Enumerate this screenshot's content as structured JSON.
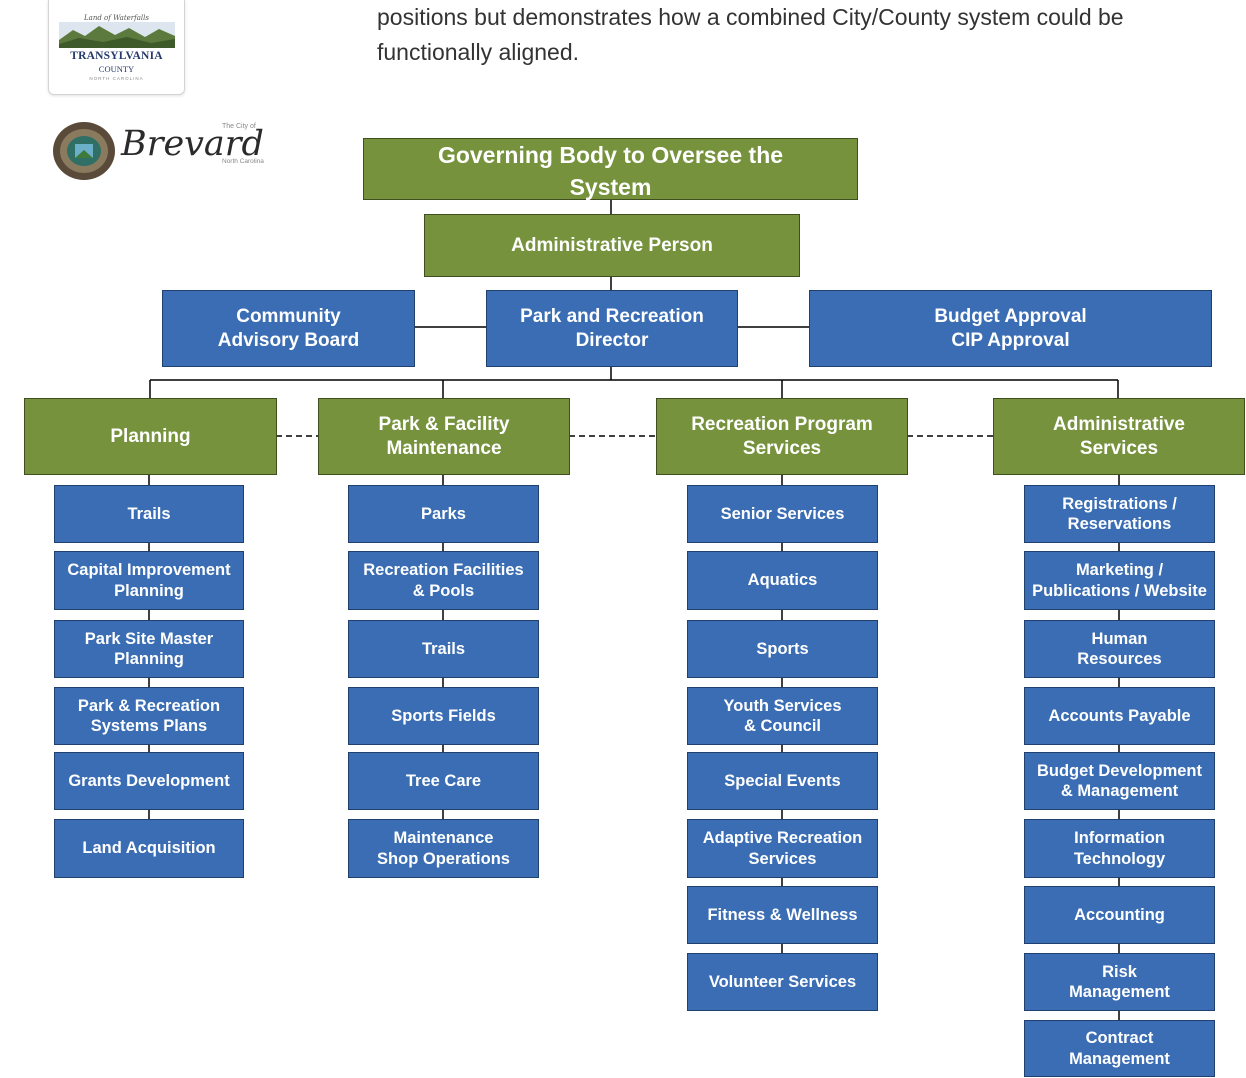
{
  "intro": {
    "line1": "positions but demonstrates how a combined City/County system could be",
    "line2": "functionally aligned."
  },
  "logos": {
    "county": {
      "script": "Land of Waterfalls",
      "name": "TRANSYLVANIA",
      "county": "COUNTY",
      "state": "NORTH CAROLINA"
    },
    "city": {
      "small": "The City of",
      "name": "Brevard",
      "state": "North Carolina"
    }
  },
  "colors": {
    "green": "#76923c",
    "blue": "#3a6db3",
    "line": "#000000"
  },
  "chart": {
    "governing": "Governing Body to Oversee the\nSystem",
    "administrative": "Administrative Person",
    "advisory": "Community\nAdvisory Board",
    "director": "Park and Recreation\nDirector",
    "budget": "Budget Approval\nCIP Approval",
    "divisions": [
      {
        "name": "Planning",
        "items": [
          "Trails",
          "Capital Improvement\nPlanning",
          "Park Site Master\nPlanning",
          "Park & Recreation\nSystems Plans",
          "Grants Development",
          "Land Acquisition"
        ]
      },
      {
        "name": "Park & Facility\nMaintenance",
        "items": [
          "Parks",
          "Recreation Facilities\n& Pools",
          "Trails",
          "Sports Fields",
          "Tree Care",
          "Maintenance\nShop Operations"
        ]
      },
      {
        "name": "Recreation Program\nServices",
        "items": [
          "Senior Services",
          "Aquatics",
          "Sports",
          "Youth Services\n& Council",
          "Special Events",
          "Adaptive Recreation\nServices",
          "Fitness & Wellness",
          "Volunteer Services"
        ]
      },
      {
        "name": "Administrative\nServices",
        "items": [
          "Registrations /\nReservations",
          "Marketing /\nPublications / Website",
          "Human\nResources",
          "Accounts Payable",
          "Budget Development\n& Management",
          "Information\nTechnology",
          "Accounting",
          "Risk\nManagement",
          "Contract\nManagement"
        ]
      }
    ]
  }
}
